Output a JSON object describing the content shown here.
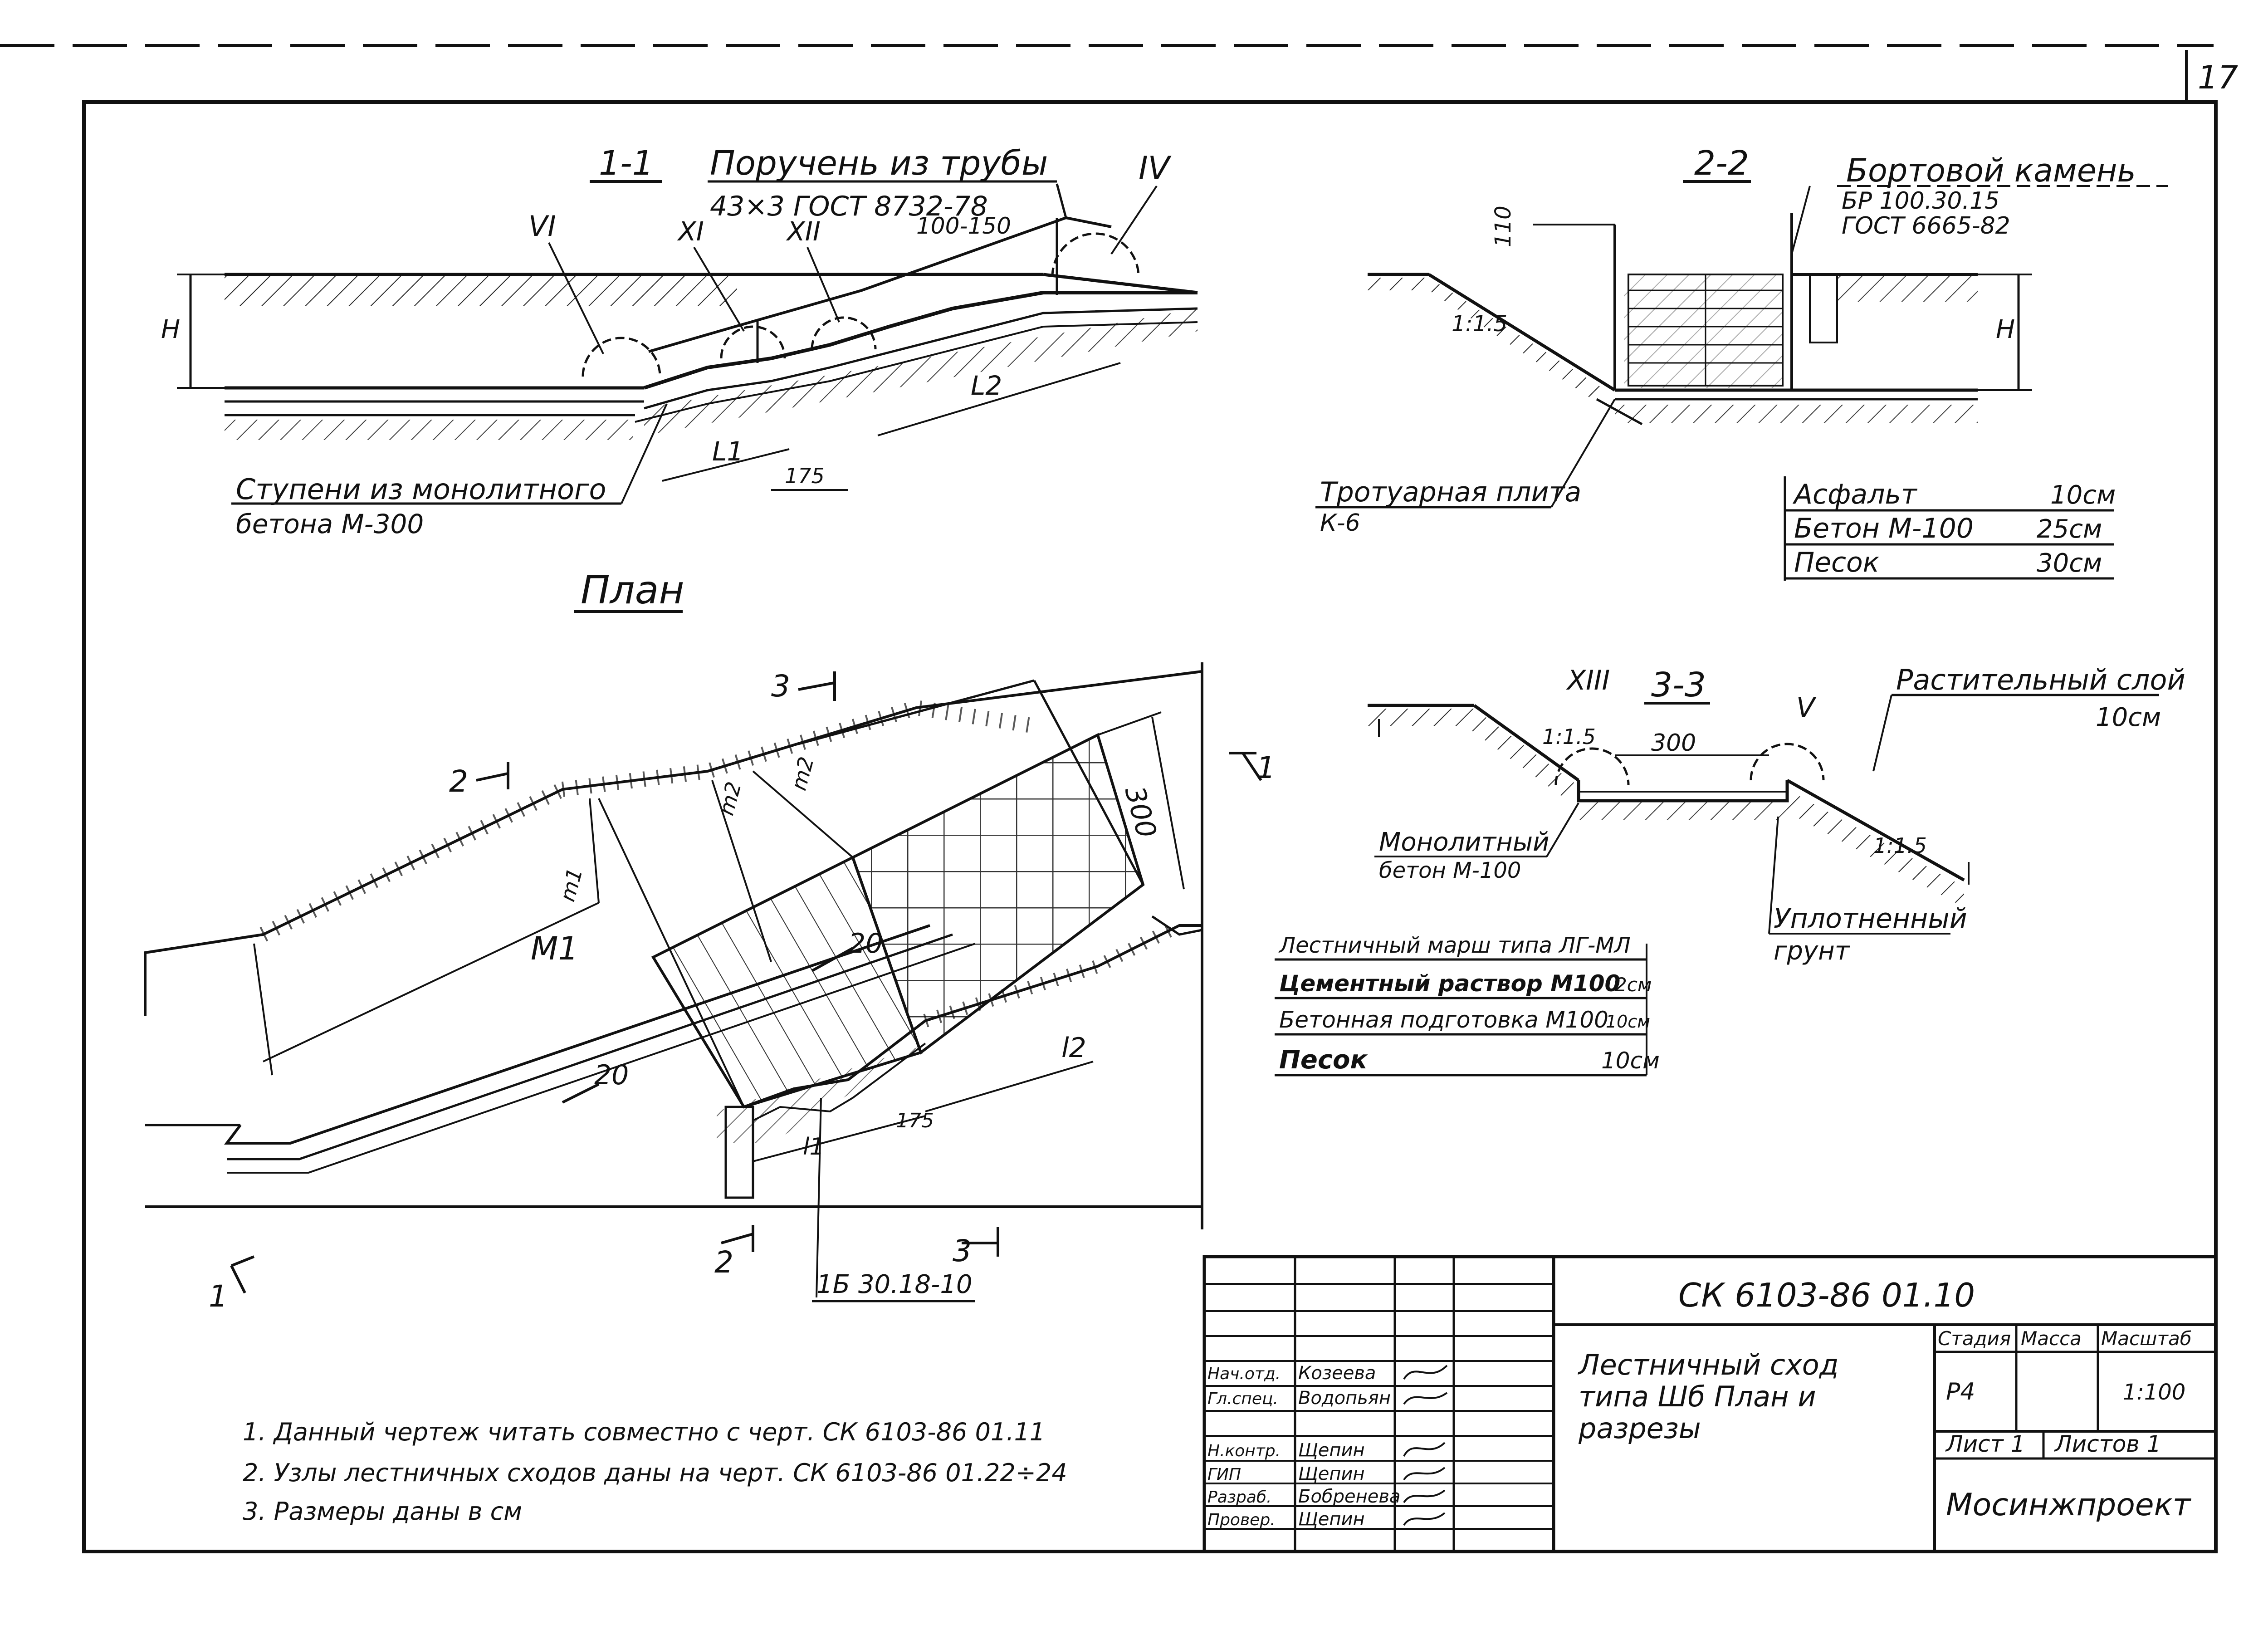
{
  "sheet": {
    "page_number": "17",
    "stamp_code": "СК 6103-86 01.10",
    "title_lines": [
      "Лестничный сход",
      "типа Шб План и",
      "разрезы"
    ],
    "col_headers": {
      "stage": "Стадия",
      "mass": "Масса",
      "scale": "Масштаб"
    },
    "stage": "Р4",
    "mass": "",
    "scale": "1:100",
    "sheet_label": "Лист 1",
    "sheets_label": "Листов 1",
    "organization": "Мосинжпроект",
    "roles": [
      {
        "role": "Нач.отд.",
        "name": "Козеева"
      },
      {
        "role": "Гл.спец.",
        "name": "Водопьян"
      },
      {
        "role": "Н.контр.",
        "name": "Щепин"
      },
      {
        "role": "ГИП",
        "name": "Щепин"
      },
      {
        "role": "Разраб.",
        "name": "Бобренева"
      },
      {
        "role": "Провер.",
        "name": "Щепин"
      }
    ]
  },
  "section_1_1": {
    "title": "1-1",
    "handrail_label_1": "Поручень из трубы",
    "handrail_label_2": "43×3 ГОСТ 8732-78",
    "step_label_1": "Ступени из монолитного",
    "step_label_2": "бетона М-300",
    "node_vi": "VI",
    "node_xi": "XI",
    "node_xii": "XII",
    "node_iv": "IV",
    "dim_100_150": "100-150",
    "dim_175": "175",
    "dim_h": "H",
    "dim_l1": "L1",
    "dim_l2": "L2"
  },
  "section_2_2": {
    "title": "2-2",
    "curb_label_1": "Бортовой камень",
    "curb_label_2": "БР 100.30.15",
    "curb_label_3": "ГОСТ 6665-82",
    "slab_label_1": "Тротуарная плита",
    "slab_label_2": "К-6",
    "dim_110": "110",
    "dim_h": "H",
    "slope": "1:1.5",
    "layers": [
      {
        "name": "Асфальт",
        "thickness": "10см"
      },
      {
        "name": "Бетон М-100",
        "thickness": "25см"
      },
      {
        "name": "Песок",
        "thickness": "30см"
      }
    ]
  },
  "plan": {
    "title": "План",
    "label_m1": "М1",
    "label_m1_small": "m1",
    "label_m2": "m2",
    "slope_20a": "20",
    "slope_20b": "20",
    "dim_300": "300",
    "dim_175": "175",
    "dim_l1": "l1",
    "dim_l2": "l2",
    "block_label": "1Б 30.18-10",
    "cut_1": "1",
    "cut_2": "2",
    "cut_3": "3"
  },
  "section_3_3": {
    "title": "3-3",
    "node_xiii": "XIII",
    "node_v": "V",
    "dim_300": "300",
    "slope": "1:1.5",
    "topsoil_1": "Растительный слой",
    "topsoil_2": "10см",
    "concrete_1": "Монолитный",
    "concrete_2": "бетон М-100",
    "compact_1": "Уплотненный",
    "compact_2": "грунт",
    "layers": [
      {
        "name": "Лестничный марш типа ЛГ-МЛ",
        "thickness": ""
      },
      {
        "name": "Цементный раствор М100",
        "thickness": "2см"
      },
      {
        "name": "Бетонная подготовка М100",
        "thickness": "10см"
      },
      {
        "name": "Песок",
        "thickness": "10см"
      }
    ]
  },
  "notes": [
    "1. Данный чертеж читать совместно с черт. СК 6103-86 01.11",
    "2. Узлы лестничных сходов даны на черт. СК 6103-86 01.22÷24",
    "3. Размеры даны в см"
  ]
}
